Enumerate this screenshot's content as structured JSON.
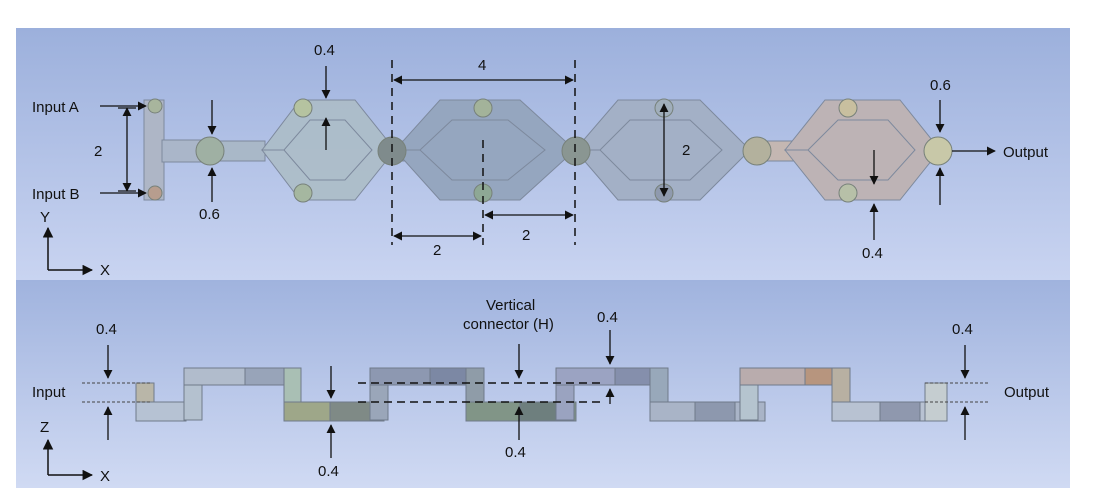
{
  "colors": {
    "top_panel_top": "#9fb2dc",
    "top_panel_bottom": "#c5d1ef",
    "bottom_panel_top": "#a2b5df",
    "bottom_panel_bottom": "#cdd8f2",
    "channel": "#aeb9cc",
    "channel_stroke": "#7c889c"
  },
  "top_view": {
    "inputs": [
      "Input A",
      "Input B"
    ],
    "output": "Output",
    "axis": {
      "vertical": "Y",
      "horizontal": "X"
    },
    "dims": {
      "inlet_spacing": "2",
      "junction_width": "0.6",
      "outlet_width": "0.6",
      "channel_width_top": "0.4",
      "channel_width_bottom": "0.4",
      "unit_length": "4",
      "half_length_left": "2",
      "half_length_right": "2",
      "loop_height": "2"
    }
  },
  "side_view": {
    "input": "Input",
    "output": "Output",
    "axis": {
      "vertical": "Z",
      "horizontal": "X"
    },
    "connector_label_line1": "Vertical",
    "connector_label_line2": "connector (H)",
    "dims": {
      "input_height": "0.4",
      "output_height": "0.4",
      "connector_top": "0.4",
      "bottom_left": "0.4",
      "bottom_center": "0.4"
    }
  }
}
